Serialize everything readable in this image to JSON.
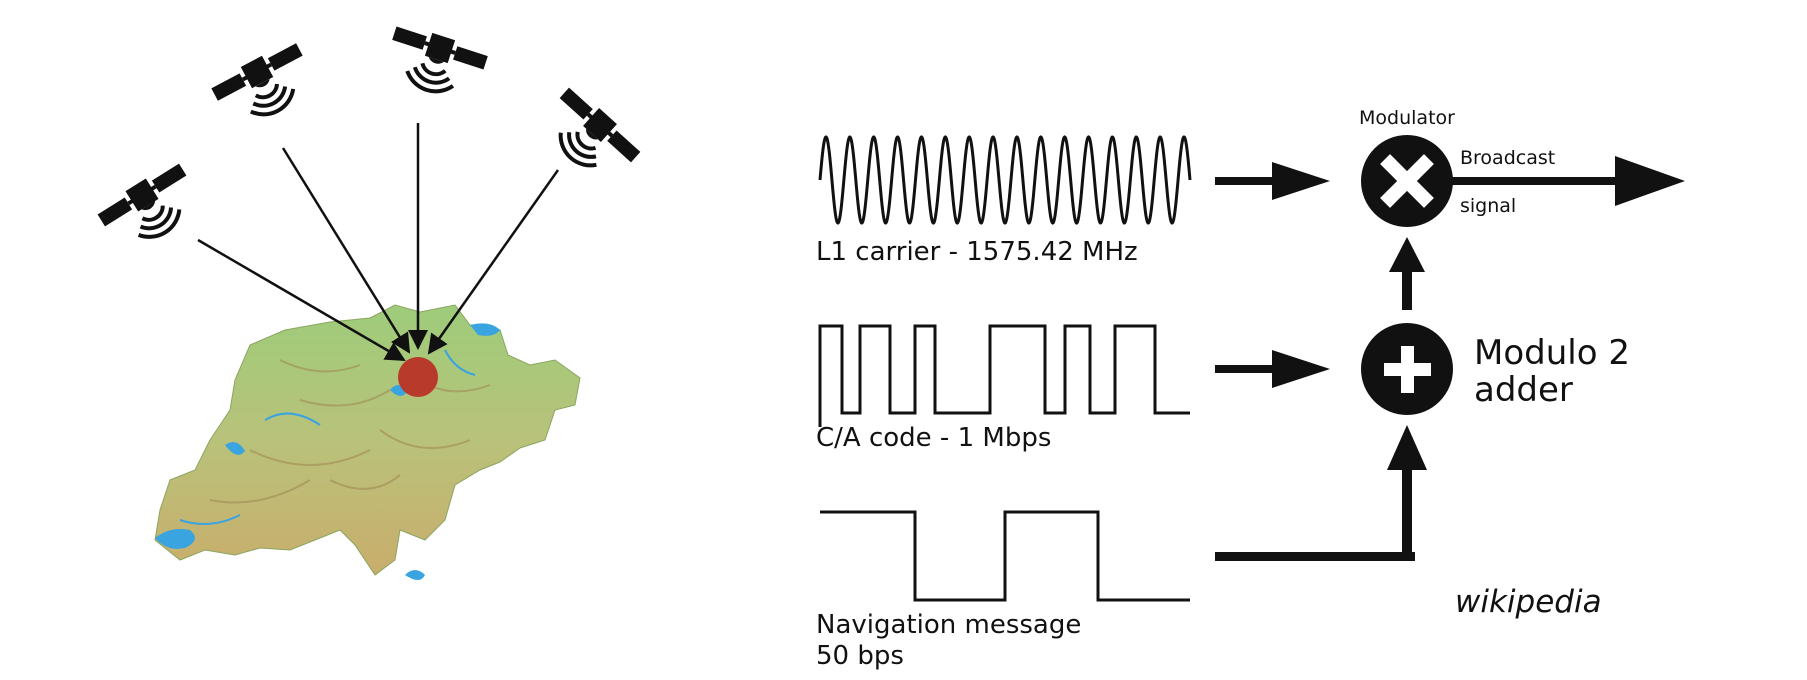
{
  "signals": {
    "carrier_label": "L1 carrier - 1575.42 MHz",
    "code_label": "C/A code - 1 Mbps",
    "nav_label_line1": "Navigation message",
    "nav_label_line2": "50 bps"
  },
  "blocks": {
    "modulator_label": "Modulator",
    "output_label_line1": "Broadcast",
    "output_label_line2": "signal",
    "adder_label_line1": "Modulo 2",
    "adder_label_line2": "adder"
  },
  "credit": "wikipedia",
  "colors": {
    "ink": "#111111",
    "land": "#a9c97d",
    "land_relief": "#c7b06a",
    "lakes": "#3aa4e0",
    "receiver": "#b83a2a"
  },
  "icons": [
    "satellite-icon",
    "map-switzerland",
    "receiver-dot",
    "multiply-icon",
    "plus-icon"
  ]
}
